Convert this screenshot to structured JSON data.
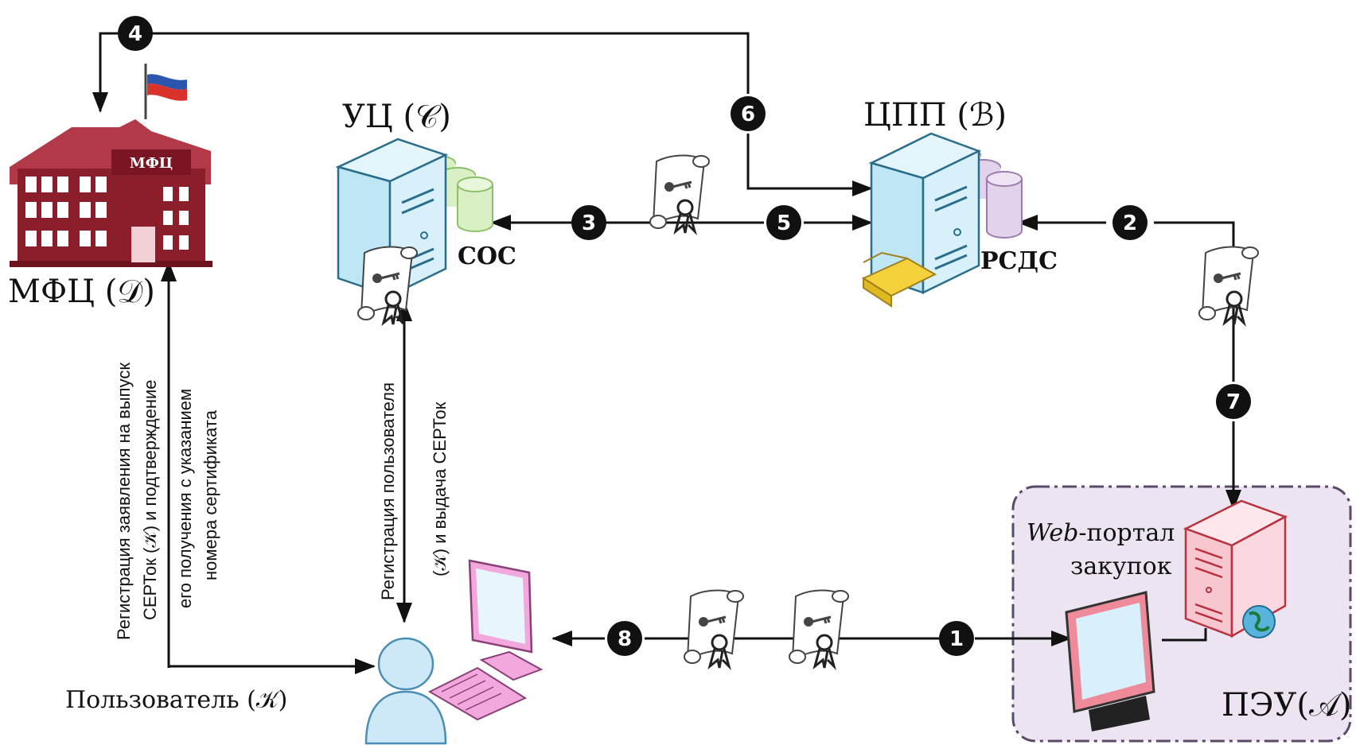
{
  "nodes": {
    "mfc": {
      "label": "МФЦ (𝒟)",
      "sign": "МФЦ"
    },
    "uc": {
      "label": "УЦ (𝒞)",
      "db": "СОС"
    },
    "cpp": {
      "label": "ЦПП (ℬ)",
      "db": "РСДС"
    },
    "user": {
      "label": "Пользователь (𝒦)"
    },
    "peu": {
      "label": "ПЭУ(𝒜)",
      "portal_line1": "-портал",
      "portal_web": "Web",
      "portal_line2": "закупок"
    }
  },
  "steps": [
    "1",
    "2",
    "3",
    "4",
    "5",
    "6",
    "7",
    "8"
  ],
  "edge_labels": {
    "mfc_user_1": "Регистрация заявления на выпуск",
    "mfc_user_2": "СЕРТок (𝒦) и подтверждение",
    "mfc_user_3": "его получения с указанием",
    "mfc_user_4": "номера сертификата",
    "uc_user_1": "Регистрация пользователя",
    "uc_user_2": "(𝒦) и выдача СЕРТок"
  },
  "colors": {
    "mfc_building": "#8b1e2b",
    "server_blue": "#bfe6f5",
    "server_red": "#f7c6cf",
    "db_green": "#d9f0c4",
    "db_purple": "#e3d3ea",
    "peu_region": "#ece4f1",
    "user_blue": "#cde9f7",
    "monitor_pink": "#f2a8dc"
  }
}
